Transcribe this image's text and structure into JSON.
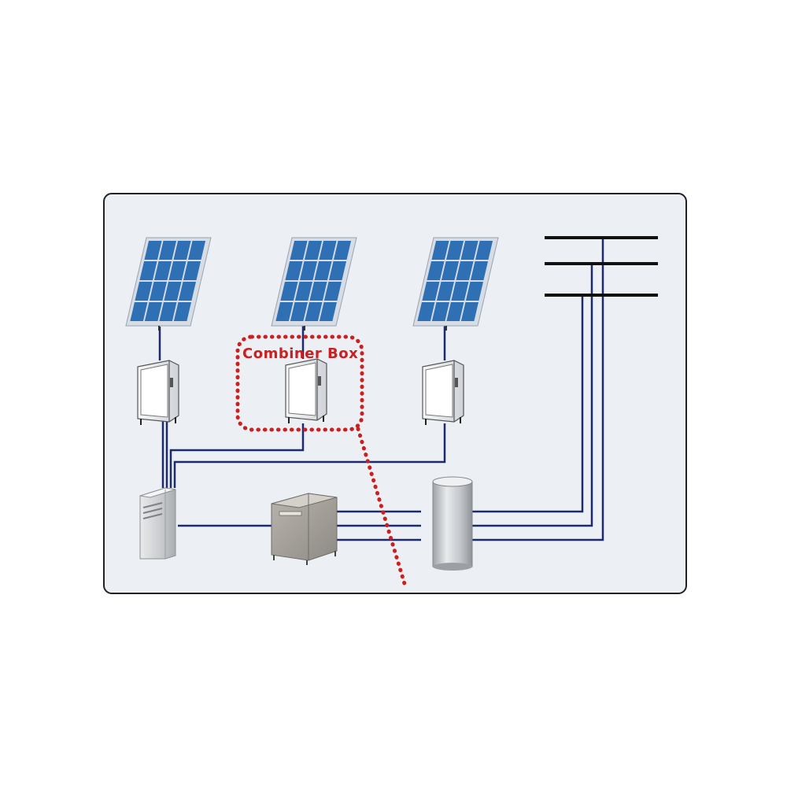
{
  "callout": {
    "label": "Combiner Box",
    "color": "#cc1f1f"
  },
  "colors": {
    "wire": "#1e2a6e",
    "panel_cell": "#2f6fb3",
    "panel_frame": "#d7dde6",
    "frame_border": "#222222",
    "frame_bg": "#eceff3"
  },
  "components": {
    "solar_panels": 3,
    "combiner_boxes": 3,
    "equipment": [
      "combiner-cabinet",
      "inverter-cabinet",
      "transformer-cabinet"
    ],
    "grid_lines": 3
  }
}
